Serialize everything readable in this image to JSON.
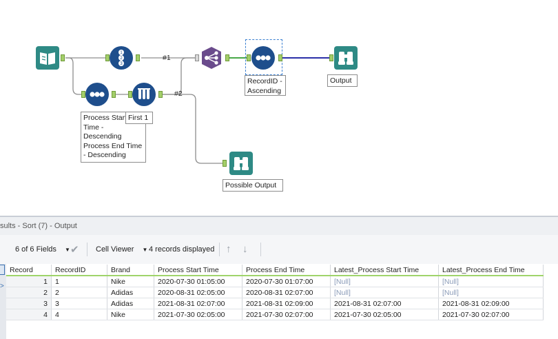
{
  "canvas": {
    "tools": {
      "input": {
        "icon": "book-input-icon",
        "color": "#2e8a85"
      },
      "record_id": {
        "icon": "record-id-icon",
        "color": "#1e4e8c"
      },
      "sort_desc": {
        "icon": "sort-icon",
        "color": "#1e4e8c",
        "label_lines": [
          "Process Start",
          "Time -",
          "Descending",
          "Process End Time",
          "- Descending"
        ]
      },
      "sample": {
        "icon": "sample-test-tubes-icon",
        "color": "#1e4e8c",
        "label": "First 1"
      },
      "join_multiple": {
        "icon": "join-multiple-icon",
        "color": "#6a4b8c"
      },
      "sort_asc": {
        "icon": "sort-icon",
        "color": "#1e4e8c",
        "label_lines": [
          "RecordID -",
          "Ascending"
        ]
      },
      "output": {
        "icon": "binoculars-icon",
        "color": "#2e8a85",
        "label": "Output"
      },
      "possible_output": {
        "icon": "binoculars-icon",
        "color": "#2e8a85",
        "label": "Possible Output"
      }
    },
    "connections": {
      "c1": "#1",
      "c2": "#2"
    }
  },
  "results": {
    "title": "sults - Sort (7) - Output",
    "toolbar": {
      "fields": "6 of 6 Fields",
      "cell_viewer": "Cell Viewer",
      "records": "4 records displayed"
    },
    "columns": [
      "Record",
      "RecordID",
      "Brand",
      "Process Start Time",
      "Process End Time",
      "Latest_Process Start Time",
      "Latest_Process End Time"
    ],
    "rows": [
      [
        "1",
        "1",
        "Nike",
        "2020-07-30 01:05:00",
        "2020-07-30 01:07:00",
        "[Null]",
        "[Null]"
      ],
      [
        "2",
        "2",
        "Adidas",
        "2020-08-31 02:05:00",
        "2020-08-31 02:07:00",
        "[Null]",
        "[Null]"
      ],
      [
        "3",
        "3",
        "Adidas",
        "2021-08-31 02:07:00",
        "2021-08-31 02:09:00",
        "2021-08-31 02:07:00",
        "2021-08-31 02:09:00"
      ],
      [
        "4",
        "4",
        "Nike",
        "2021-07-30 02:05:00",
        "2021-07-30 02:07:00",
        "2021-07-30 02:05:00",
        "2021-07-30 02:07:00"
      ]
    ]
  }
}
